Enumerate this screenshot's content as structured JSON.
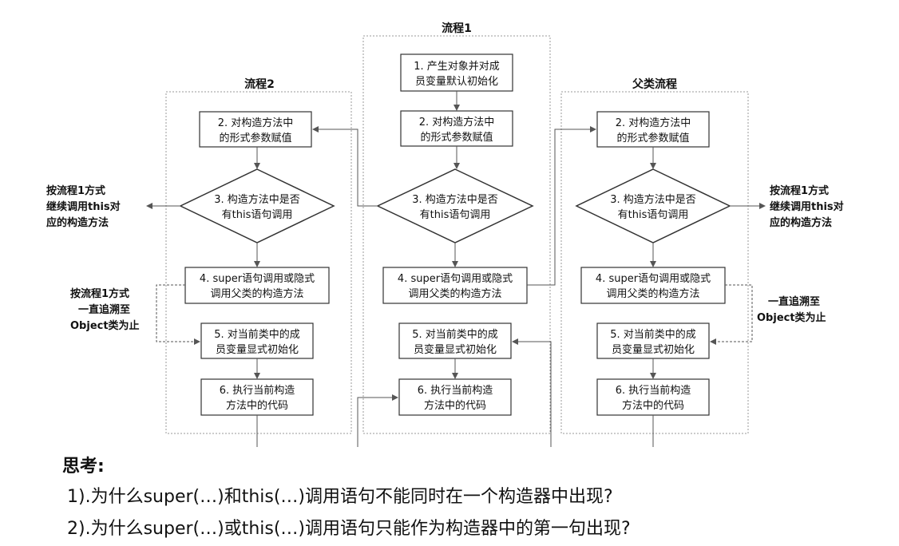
{
  "columns": {
    "flow2": {
      "title": "流程2",
      "step2": [
        "2. 对构造方法中",
        "的形式参数赋值"
      ],
      "step3": [
        "3. 构造方法中是否",
        "有this语句调用"
      ],
      "step4": [
        "4. super语句调用或隐式",
        "调用父类的构造方法"
      ],
      "step5": [
        "5. 对当前类中的成",
        "员变量显式初始化"
      ],
      "step6": [
        "6. 执行当前构造",
        "方法中的代码"
      ]
    },
    "flow1": {
      "title": "流程1",
      "step1": [
        "1. 产生对象并对成",
        "员变量默认初始化"
      ],
      "step2": [
        "2. 对构造方法中",
        "的形式参数赋值"
      ],
      "step3": [
        "3. 构造方法中是否",
        "有this语句调用"
      ],
      "step4": [
        "4. super语句调用或隐式",
        "调用父类的构造方法"
      ],
      "step5": [
        "5. 对当前类中的成",
        "员变量显式初始化"
      ],
      "step6": [
        "6. 执行当前构造",
        "方法中的代码"
      ]
    },
    "parent": {
      "title": "父类流程",
      "step2": [
        "2. 对构造方法中",
        "的形式参数赋值"
      ],
      "step3": [
        "3. 构造方法中是否",
        "有this语句调用"
      ],
      "step4": [
        "4. super语句调用或隐式",
        "调用父类的构造方法"
      ],
      "step5": [
        "5. 对当前类中的成",
        "员变量显式初始化"
      ],
      "step6": [
        "6. 执行当前构造",
        "方法中的代码"
      ]
    }
  },
  "notes": {
    "left_this": [
      "按流程1方式",
      "继续调用this对",
      "应的构造方法"
    ],
    "left_super": [
      "按流程1方式",
      "一直追溯至",
      "Object类为止"
    ],
    "right_this": [
      "按流程1方式",
      "继续调用this对",
      "应的构造方法"
    ],
    "right_super": [
      "一直追溯至",
      "Object类为止"
    ]
  },
  "thinking": {
    "title": "思考:",
    "q1": "1).为什么super(…)和this(…)调用语句不能同时在一个构造器中出现?",
    "q2": "2).为什么super(…)或this(…)调用语句只能作为构造器中的第一句出现?"
  }
}
